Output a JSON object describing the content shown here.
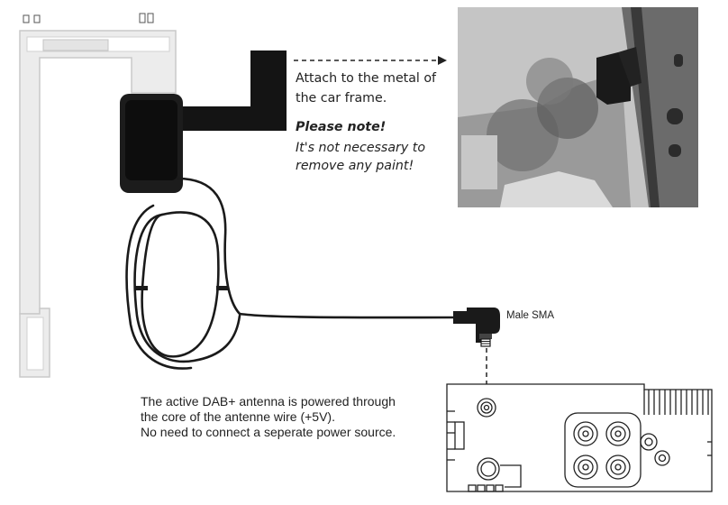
{
  "diagram": {
    "attach_line1": "Attach to the metal of",
    "attach_line2": "the car frame.",
    "note_title": "Please note!",
    "note_line1": "It's not necessary to",
    "note_line2": "remove any paint!",
    "connector_label": "Male SMA",
    "power_line1": "The active DAB+ antenna is powered through",
    "power_line2": "the core of the antenne wire (+5V).",
    "power_line3": "No need to connect a seperate power source."
  },
  "colors": {
    "antenna_body": "#151515",
    "strip": "#e6e6e6",
    "cable": "#1a1a1a",
    "photo_gray": "#8a8a8a"
  }
}
